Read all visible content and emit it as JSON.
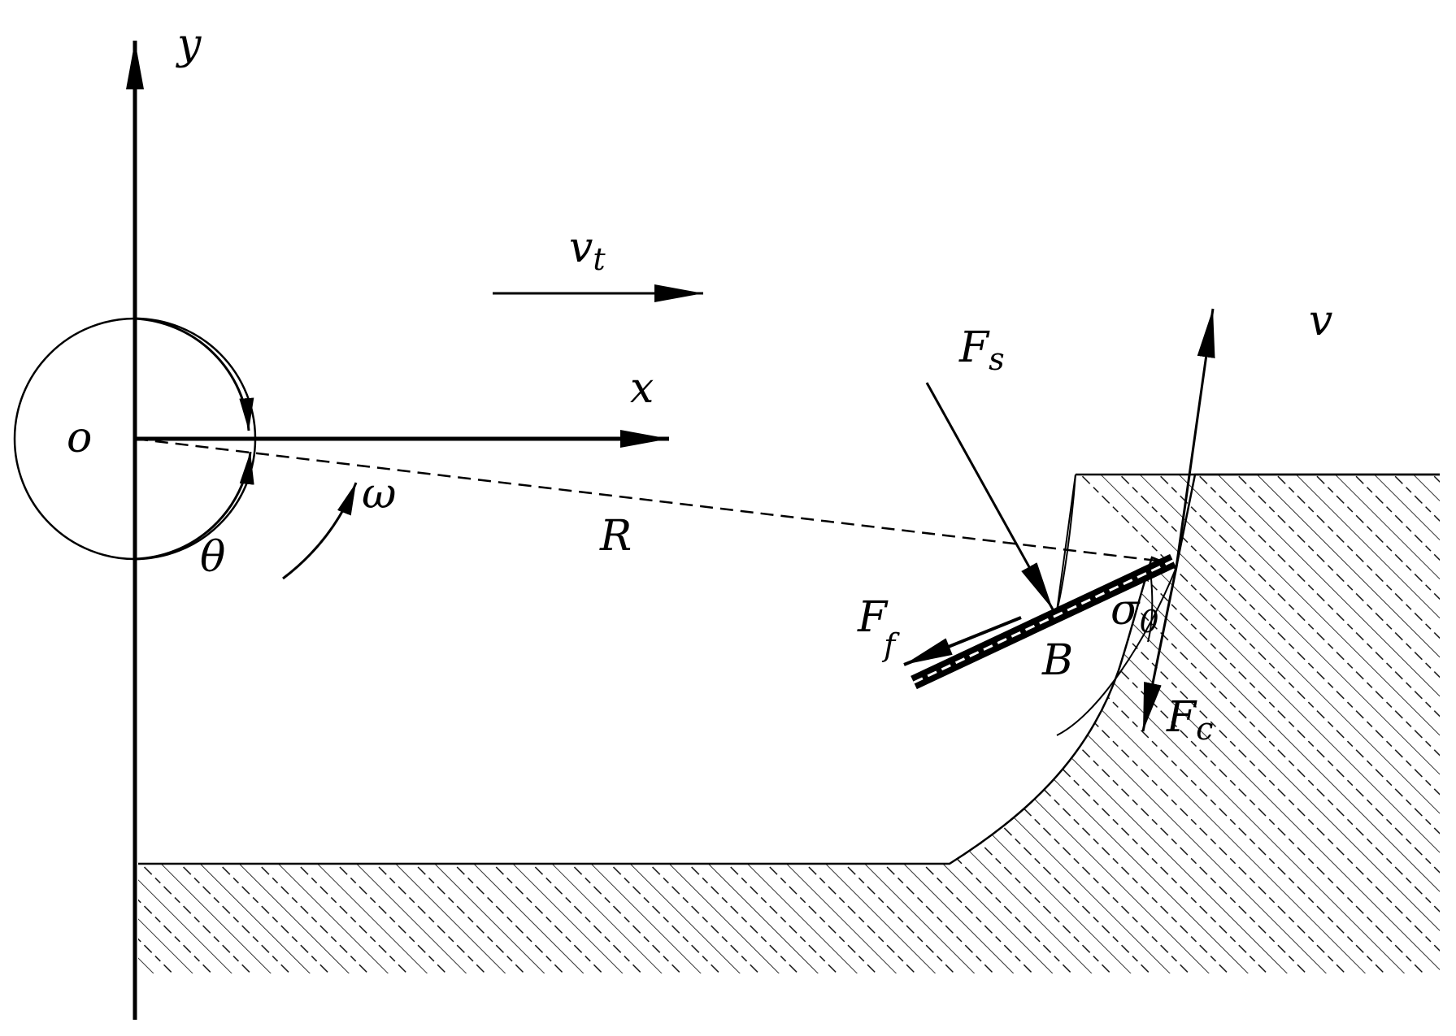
{
  "labels": {
    "y": "y",
    "x": "x",
    "o": "o",
    "theta": "θ",
    "omega": "ω",
    "R": "R",
    "vt_main": "v",
    "vt_sub": "t",
    "v": "v",
    "Fs_main": "F",
    "Fs_sub": "s",
    "Ff_main": "F",
    "Ff_sub": "f",
    "B": "B",
    "sigma_main": "σ",
    "sigma_sub": "0",
    "Fc_main": "F",
    "Fc_sub": "c"
  },
  "colors": {
    "ink": "#000000",
    "background": "#ffffff"
  }
}
